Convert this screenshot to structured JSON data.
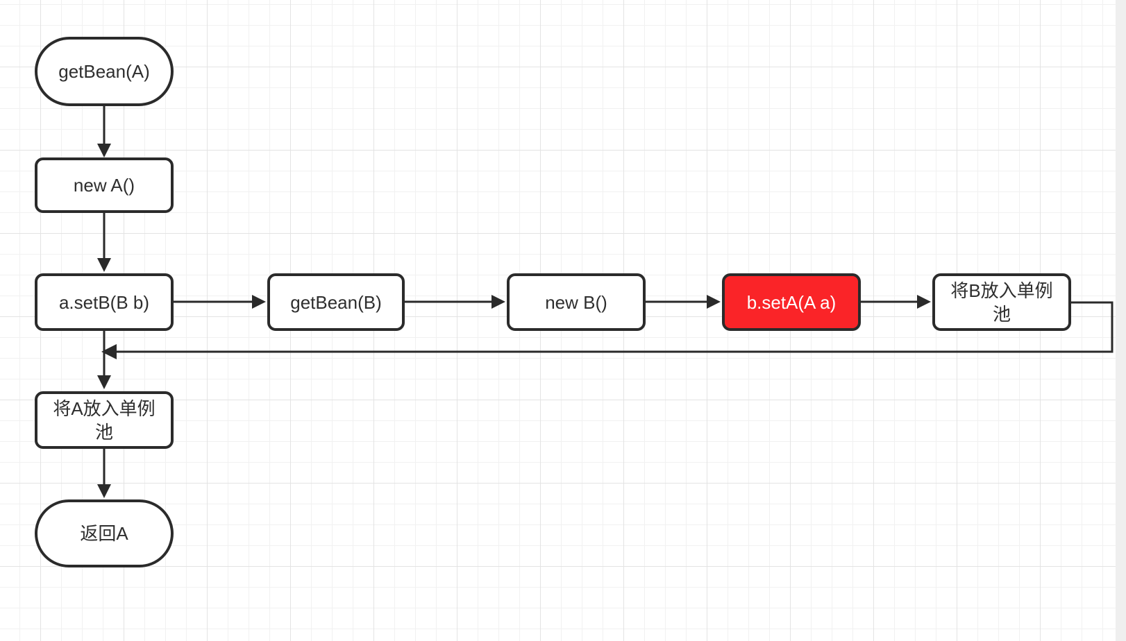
{
  "diagram": {
    "type": "flowchart",
    "topic": "Spring bean circular dependency resolution (getBean A / B)"
  },
  "colors": {
    "node_border": "#2b2b2b",
    "node_fill": "#ffffff",
    "node_text": "#2e2e2e",
    "arrow": "#2a2a2a",
    "grid_minor": "#f1f1f1",
    "grid_major": "#e3e3e3",
    "canvas_margin": "#efefef",
    "highlight_fill": "#fa2428",
    "highlight_text": "#ffffff",
    "highlight_style": "background:#fa2428;color:#ffffff"
  },
  "nodes": {
    "get_bean_a": {
      "label": "getBean(A)",
      "shape": "terminator"
    },
    "new_a": {
      "label": "new A()",
      "shape": "process"
    },
    "a_set_b": {
      "label": "a.setB(B b)",
      "shape": "process"
    },
    "get_bean_b": {
      "label": "getBean(B)",
      "shape": "process"
    },
    "new_b": {
      "label": "new B()",
      "shape": "process"
    },
    "b_set_a": {
      "label": "b.setA(A a)",
      "shape": "process",
      "highlighted": true
    },
    "put_b_pool": {
      "label": "将B放入单例\n池",
      "shape": "process"
    },
    "put_a_pool": {
      "label": "将A放入单例\n池",
      "shape": "process"
    },
    "return_a": {
      "label": "返回A",
      "shape": "terminator"
    }
  },
  "edges": [
    {
      "from": "get_bean_a",
      "to": "new_a"
    },
    {
      "from": "new_a",
      "to": "a_set_b"
    },
    {
      "from": "a_set_b",
      "to": "get_bean_b"
    },
    {
      "from": "get_bean_b",
      "to": "new_b"
    },
    {
      "from": "new_b",
      "to": "b_set_a"
    },
    {
      "from": "b_set_a",
      "to": "put_b_pool"
    },
    {
      "from": "put_b_pool",
      "to": "put_a_pool",
      "note": "loop back into the a_set_b → put_a_pool connector"
    },
    {
      "from": "a_set_b",
      "to": "put_a_pool"
    },
    {
      "from": "put_a_pool",
      "to": "return_a"
    }
  ]
}
